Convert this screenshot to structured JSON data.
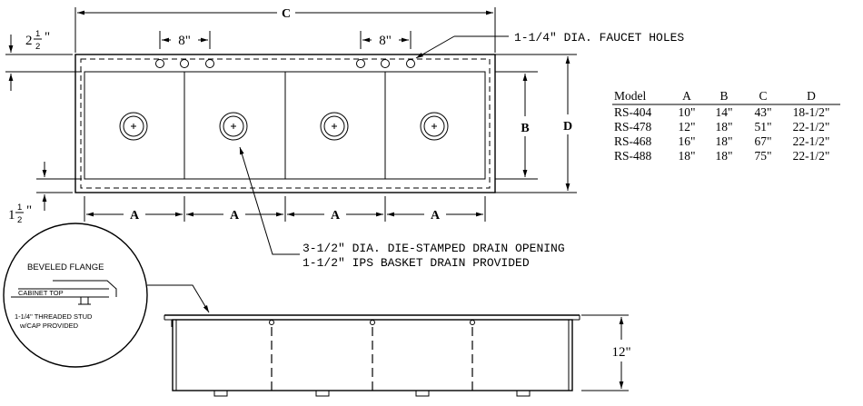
{
  "dims": {
    "overall_length": "C",
    "depth": "D",
    "bowl_front_to_back": "B",
    "bowl_width": "A",
    "faucet_spacing": "8\"",
    "top_offset_whole": "2",
    "top_offset_num": "1",
    "top_offset_den": "2",
    "top_offset_unit": "\"",
    "bottom_offset_whole": "1",
    "bottom_offset_num": "1",
    "bottom_offset_den": "2",
    "bottom_offset_unit": "\"",
    "height": "12\""
  },
  "callouts": {
    "faucet_holes": "1-1/4\" DIA. FAUCET HOLES",
    "drain_line1": "3-1/2\" DIA. DIE-STAMPED DRAIN OPENING",
    "drain_line2": "1-1/2\" IPS BASKET DRAIN PROVIDED"
  },
  "detail": {
    "title": "BEVELED FLANGE",
    "cabinet_top": "CABINET TOP",
    "stud_line1": "1-1/4\" THREADED STUD",
    "stud_line2": "w/CAP PROVIDED"
  },
  "table": {
    "headers": [
      "Model",
      "A",
      "B",
      "C",
      "D"
    ],
    "rows": [
      [
        "RS-404",
        "10\"",
        "14\"",
        "43\"",
        "18-1/2\""
      ],
      [
        "RS-478",
        "12\"",
        "18\"",
        "51\"",
        "22-1/2\""
      ],
      [
        "RS-468",
        "16\"",
        "18\"",
        "67\"",
        "22-1/2\""
      ],
      [
        "RS-488",
        "18\"",
        "18\"",
        "75\"",
        "22-1/2\""
      ]
    ]
  }
}
